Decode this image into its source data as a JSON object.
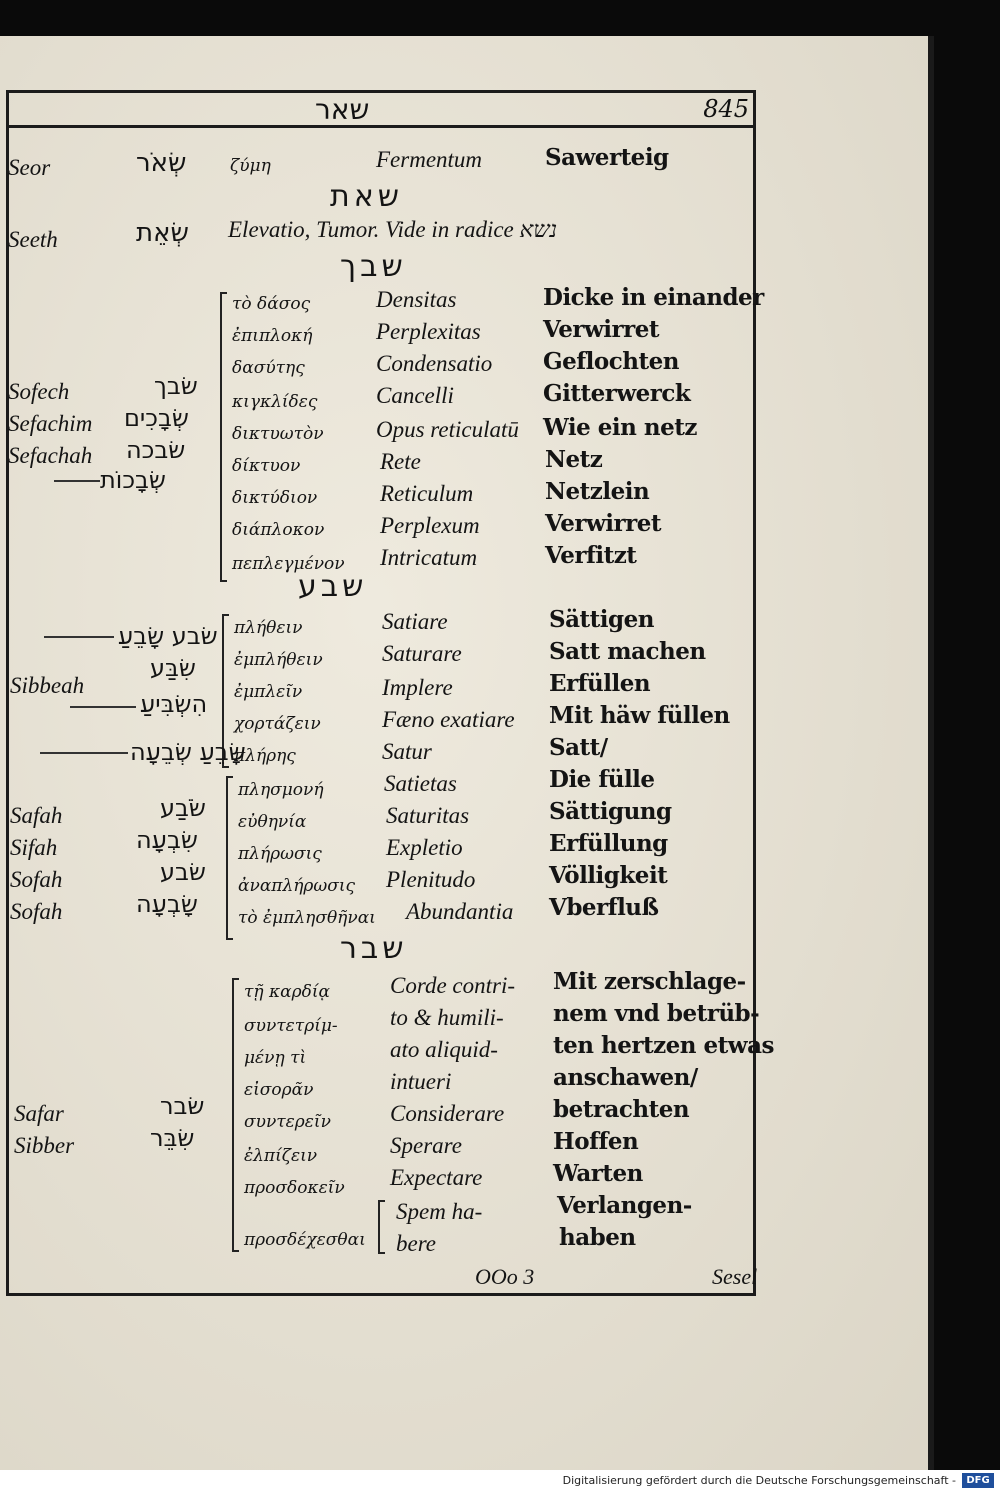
{
  "header": {
    "root": "שאר",
    "page_number": "845"
  },
  "entries": {
    "seor": {
      "translit": "Seor",
      "hebrew": "שְׂאֹר",
      "greek": "ζύμη",
      "latin": "Fermentum",
      "german": "Sawerteig"
    },
    "root_seeth": "שאת",
    "seeth": {
      "translit": "Seeth",
      "hebrew": "שְׂאֵת",
      "note": "Elevatio, Tumor. Vide in radice נשא"
    },
    "root_sbk": "שבך",
    "sbk": {
      "translits": [
        "Sofech",
        "Sefachim",
        "Sefachah"
      ],
      "hebrew": [
        "שׂבך",
        "שְׂבָכִים",
        "שׂבכה",
        "שְׂבָכוֹת"
      ],
      "rows": [
        {
          "greek": "τὸ δάσος",
          "latin": "Densitas",
          "german": "Dicke in einander"
        },
        {
          "greek": "ἐπιπλοκή",
          "latin": "Perplexitas",
          "german": "Verwirret"
        },
        {
          "greek": "δασύτης",
          "latin": "Condensatio",
          "german": "Geflochten"
        },
        {
          "greek": "κιγκλίδες",
          "latin": "Cancelli",
          "german": "Gitterwerck"
        },
        {
          "greek": "δικτυωτὸν",
          "latin": "Opus reticulatū",
          "german": "Wie ein netz"
        },
        {
          "greek": "δίκτυον",
          "latin": "Rete",
          "german": "Netz"
        },
        {
          "greek": "δικτύδιον",
          "latin": "Reticulum",
          "german": "Netzlein"
        },
        {
          "greek": "διάπλοκον",
          "latin": "Perplexum",
          "german": "Verwirret"
        },
        {
          "greek": "πεπλεγμένον",
          "latin": "Intricatum",
          "german": "Verfitzt"
        }
      ]
    },
    "root_sba": "שבע",
    "sba1": {
      "translit": "Sibbeah",
      "hebrew": [
        "שׂבע שָׂבֵעַ",
        "שִׂבַּע",
        "הִשְׂבִּיעַ",
        "שָׂבֵעַ שְׂבֵעָה"
      ],
      "rows": [
        {
          "greek": "πλήθειν",
          "latin": "Satiare",
          "german": "Sättigen"
        },
        {
          "greek": "ἐμπλήθειν",
          "latin": "Saturare",
          "german": "Satt machen"
        },
        {
          "greek": "ἐμπλεῖν",
          "latin": "Implere",
          "german": "Erfüllen"
        },
        {
          "greek": "χορτάζειν",
          "latin": "Fæno exatiare",
          "german": "Mit häw füllen"
        },
        {
          "greek": "πλήρης",
          "latin": "Satur",
          "german": "Satt/"
        }
      ]
    },
    "sba2": {
      "translits": [
        "Safah",
        "Sifah",
        "Sofah",
        "Sofah"
      ],
      "hebrew": [
        "שֹׂבַע",
        "שִׂבְעָה",
        "שׂבע",
        "שָׂבְעָה"
      ],
      "rows": [
        {
          "greek": "πλησμονή",
          "latin": "Satietas",
          "german": "Die fülle"
        },
        {
          "greek": "εὐθηνία",
          "latin": "Saturitas",
          "german": "Sättigung"
        },
        {
          "greek": "πλήρωσις",
          "latin": "Expletio",
          "german": "Erfüllung"
        },
        {
          "greek": "ἀναπλήρωσις",
          "latin": "Plenitudo",
          "german": "Völligkeit"
        },
        {
          "greek": "τὸ ἐμπλησθῆναι",
          "latin": "Abundantia",
          "german": "Vberfluß"
        }
      ]
    },
    "root_sbr": "שבר",
    "sbr": {
      "translits": [
        "Safar",
        "Sibber"
      ],
      "hebrew": [
        "שׂבר",
        "שִׂבֵּר"
      ],
      "rows": [
        {
          "greek": "τῇ καρδίᾳ",
          "latin": "Corde contri-",
          "german": "Mit zerschlage-"
        },
        {
          "greek": "συντετρίμ-",
          "latin": "to & humili-",
          "german": "nem vnd betrüb-"
        },
        {
          "greek": "μένῃ τὶ",
          "latin": "ato aliquid-",
          "german": "ten hertzen etwas"
        },
        {
          "greek": "εἰσορᾶν",
          "latin": "intueri",
          "german": "anschawen/"
        },
        {
          "greek": "συντερεῖν",
          "latin": "Considerare",
          "german": "betrachten"
        },
        {
          "greek": "ἐλπίζειν",
          "latin": "Sperare",
          "german": "Hoffen"
        },
        {
          "greek": "προσδοκεῖν",
          "latin": "Expectare",
          "german": "Warten"
        },
        {
          "greek": "προσδέχεσθαι",
          "latin": "Spem ha-",
          "german": "Verlangen-"
        },
        {
          "greek": "",
          "latin": "bere",
          "german": "haben"
        }
      ]
    }
  },
  "bottom": {
    "signature": "OOo 3",
    "catchword": "Sesel"
  },
  "footer": {
    "text": "Digitalisierung gefördert durch die Deutsche Forschungsgemeinschaft -",
    "logo": "DFG"
  }
}
